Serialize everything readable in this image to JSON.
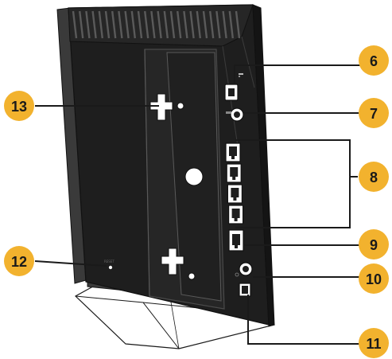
{
  "colors": {
    "body_dark": "#1c1c1c",
    "body_mid": "#2a2a2a",
    "panel": "#242424",
    "edge": "#4a4a4a",
    "callout_fill": "#f2b22e",
    "callout_text": "#1a1a1a",
    "leader_line": "#1a1a1a",
    "stand_fill": "#ffffff"
  },
  "callouts": {
    "c6": "6",
    "c7": "7",
    "c8": "8",
    "c9": "9",
    "c10": "10",
    "c11": "11",
    "c12": "12",
    "c13": "13"
  },
  "labels": {
    "reset": "RESET"
  },
  "icons": {
    "usb": "usb-icon",
    "wps": "wps-icon",
    "power_switch": "power-switch-icon"
  }
}
